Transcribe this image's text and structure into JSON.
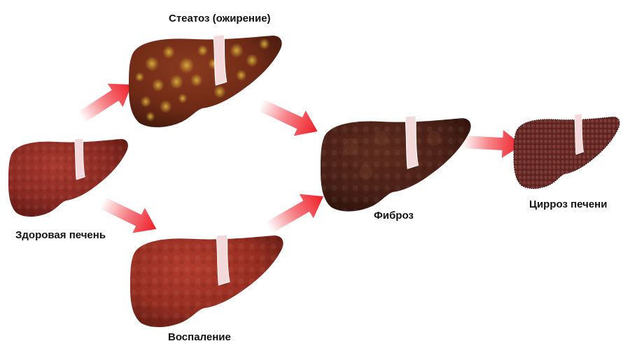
{
  "stages": {
    "healthy": {
      "label": "Здоровая печень",
      "color": "#8a2a22"
    },
    "steatosis": {
      "label": "Стеатоз (ожирение)",
      "color": "#6e2a16",
      "spot_color": "#c9a233"
    },
    "inflammation": {
      "label": "Воспаление",
      "color": "#9a2f24"
    },
    "fibrosis": {
      "label": "Фиброз",
      "color": "#4a2016"
    },
    "cirrhosis": {
      "label": "Цирроз печени",
      "color": "#5a2420"
    }
  },
  "colors": {
    "arrow": "#ee1c25",
    "ligament": "#f3d9d9",
    "background": "#ffffff"
  }
}
